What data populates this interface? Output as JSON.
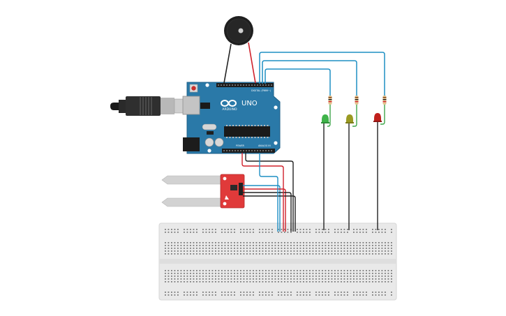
{
  "arduino": {
    "brand": "ARDUINO",
    "model": "UNO",
    "header_digital": "DIGITAL (PWM~)",
    "header_power": "POWER",
    "header_analog": "ANALOG IN"
  },
  "colors": {
    "board": "#2a79a8",
    "board_edge": "#1d5f87",
    "wire_blue": "#1e8fc4",
    "wire_red": "#d0202a",
    "wire_black": "#222222",
    "led_green": "#3fb34a",
    "led_yellow": "#9a9a22",
    "led_red": "#c0201c",
    "sensor_board": "#e03a3a",
    "breadboard": "#e9e9e9",
    "probe": "#d2d2d2"
  },
  "icons": {
    "buzzer": "piezo-buzzer-icon",
    "usb": "usb-cable-icon",
    "sensor": "soil-moisture-sensor-icon"
  }
}
